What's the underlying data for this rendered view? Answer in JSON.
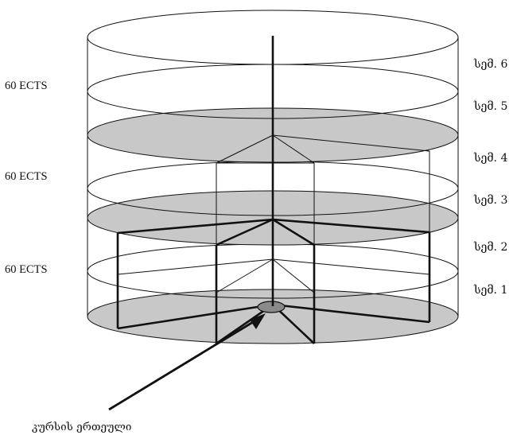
{
  "semester_labels": [
    "სემ. 6",
    "სემ. 5",
    "სემ. 4",
    "სემ. 3",
    "სემ. 2",
    "სემ. 1"
  ],
  "credit_labels": [
    "60 ECTS",
    "60 ECTS",
    "60 ECTS"
  ],
  "caption": "კურსის ერთეული"
}
